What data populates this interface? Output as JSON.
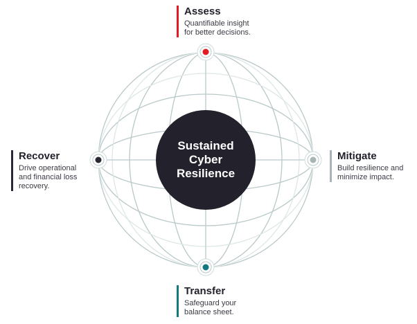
{
  "center": {
    "title": "Sustained\nCyber\nResilience"
  },
  "nodes": [
    {
      "title": "Assess",
      "desc": "Quantifiable insight\nfor better decisions.",
      "color": "#e31b23"
    },
    {
      "title": "Mitigate",
      "desc": "Build resilience and\nminimize impact.",
      "color": "#a9b4b6"
    },
    {
      "title": "Transfer",
      "desc": "Safeguard your\nbalance sheet.",
      "color": "#127a7f"
    },
    {
      "title": "Recover",
      "desc": "Drive operational\nand financial loss\nrecovery.",
      "color": "#2a2833"
    }
  ]
}
